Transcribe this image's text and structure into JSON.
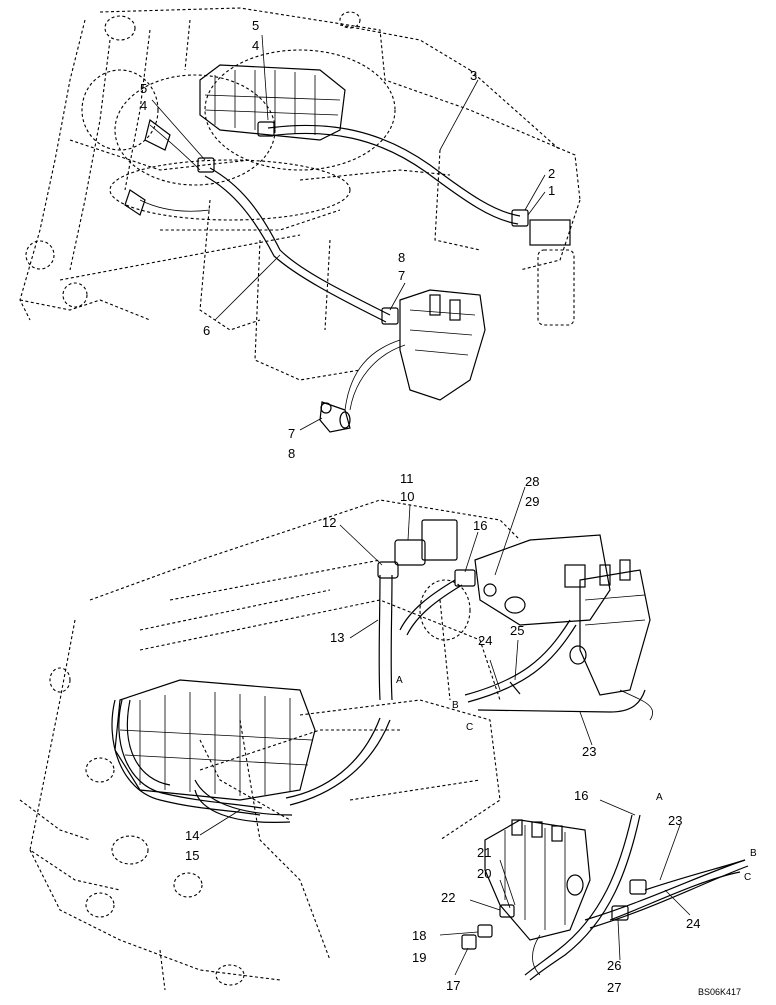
{
  "drawing_ref": "BS06K417",
  "upper_callouts": {
    "c1": "1",
    "c2": "2",
    "c3": "3",
    "c4a": "4",
    "c5a": "5",
    "c4b": "4",
    "c5b": "5",
    "c6": "6",
    "c7a": "7",
    "c8a": "8",
    "c7b": "7",
    "c8b": "8"
  },
  "lower_callouts": {
    "c10": "10",
    "c11": "11",
    "c12": "12",
    "c13": "13",
    "c14": "14",
    "c15": "15",
    "c16a": "16",
    "c23a": "23",
    "c24a": "24",
    "c25": "25",
    "c28": "28",
    "c29": "29"
  },
  "detail_callouts": {
    "c16b": "16",
    "c17": "17",
    "c18": "18",
    "c19": "19",
    "c20": "20",
    "c21": "21",
    "c22": "22",
    "c23b": "23",
    "c24b": "24",
    "c26": "26",
    "c27": "27"
  },
  "connector_letters": {
    "a_main": "A",
    "b_main": "B",
    "c_main": "C",
    "a_detail": "A",
    "b_detail": "B",
    "c_detail": "C"
  }
}
